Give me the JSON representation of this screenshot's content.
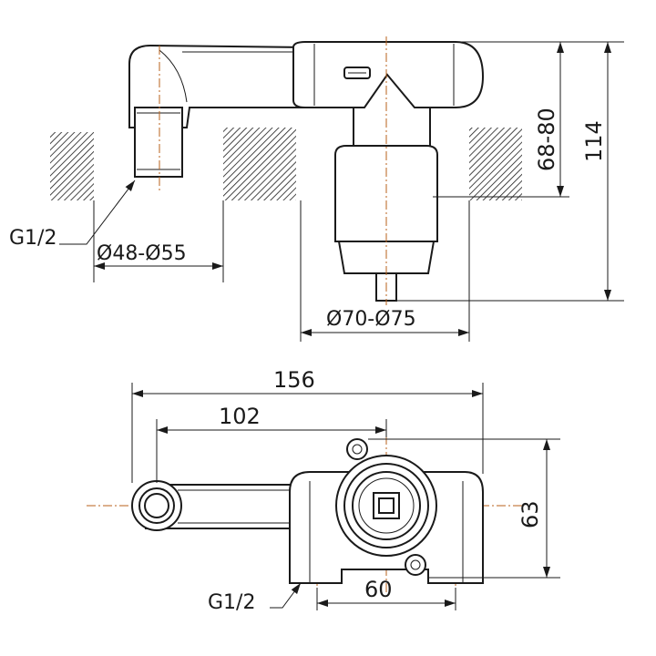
{
  "top_view": {
    "thread_label": "G1/2",
    "wall_diameter": "Ø48-Ø55",
    "body_diameter": "Ø70-Ø75",
    "depth_range": "68-80",
    "total_height": "114"
  },
  "bottom_view": {
    "overall_width": "156",
    "outlet_length": "102",
    "height": "63",
    "inlet_spacing": "60",
    "thread_label": "G1/2"
  },
  "colors": {
    "line": "#1a1a1a",
    "centerline": "#b8621b"
  }
}
